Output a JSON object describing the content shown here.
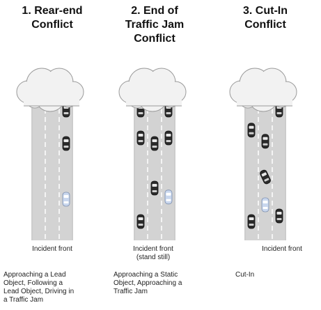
{
  "panels": [
    {
      "title": "1. Rear-end\nConflict",
      "caption": "Incident front",
      "description": "Approaching a Lead\nObject, Following a\nLead Object, Driving in\na Traffic Jam",
      "vehicles": [
        {
          "lane": "right",
          "row": 0.0,
          "kind": "dark"
        },
        {
          "lane": "right",
          "row": 0.3,
          "kind": "dark"
        },
        {
          "lane": "right",
          "row": 0.8,
          "kind": "ego"
        }
      ]
    },
    {
      "title": "2. End of\nTraffic Jam\nConflict",
      "caption": "Incident front\n(stand still)",
      "description": "Approaching a Static\nObject, Approaching a\nTraffic Jam",
      "vehicles": [
        {
          "lane": "left",
          "row": 0.0,
          "kind": "dark"
        },
        {
          "lane": "right",
          "row": 0.0,
          "kind": "dark"
        },
        {
          "lane": "left",
          "row": 0.25,
          "kind": "dark"
        },
        {
          "lane": "middle",
          "row": 0.3,
          "kind": "dark"
        },
        {
          "lane": "right",
          "row": 0.25,
          "kind": "dark"
        },
        {
          "lane": "middle",
          "row": 0.7,
          "kind": "dark"
        },
        {
          "lane": "right",
          "row": 0.78,
          "kind": "ego"
        },
        {
          "lane": "left",
          "row": 1.0,
          "kind": "dark"
        }
      ]
    },
    {
      "title": "3. Cut-In\nConflict",
      "caption": "Incident front",
      "description": "Cut-In",
      "vehicles": [
        {
          "lane": "right",
          "row": 0.0,
          "kind": "dark"
        },
        {
          "lane": "left",
          "row": 0.18,
          "kind": "dark"
        },
        {
          "lane": "middle",
          "row": 0.28,
          "kind": "dark"
        },
        {
          "lane": "middle",
          "row": 0.6,
          "kind": "dark",
          "tilt": -25
        },
        {
          "lane": "middle",
          "row": 0.85,
          "kind": "ego"
        },
        {
          "lane": "left",
          "row": 1.0,
          "kind": "dark"
        },
        {
          "lane": "right",
          "row": 0.95,
          "kind": "dark"
        }
      ]
    }
  ],
  "colors": {
    "road": "#d3d3d3",
    "lane_line": "#ffffff",
    "cloud": "#f2f2f2",
    "cloud_stroke": "#9a9a9a",
    "car_dark": "#2b2b2b",
    "car_ego": "#c9d7ee"
  }
}
